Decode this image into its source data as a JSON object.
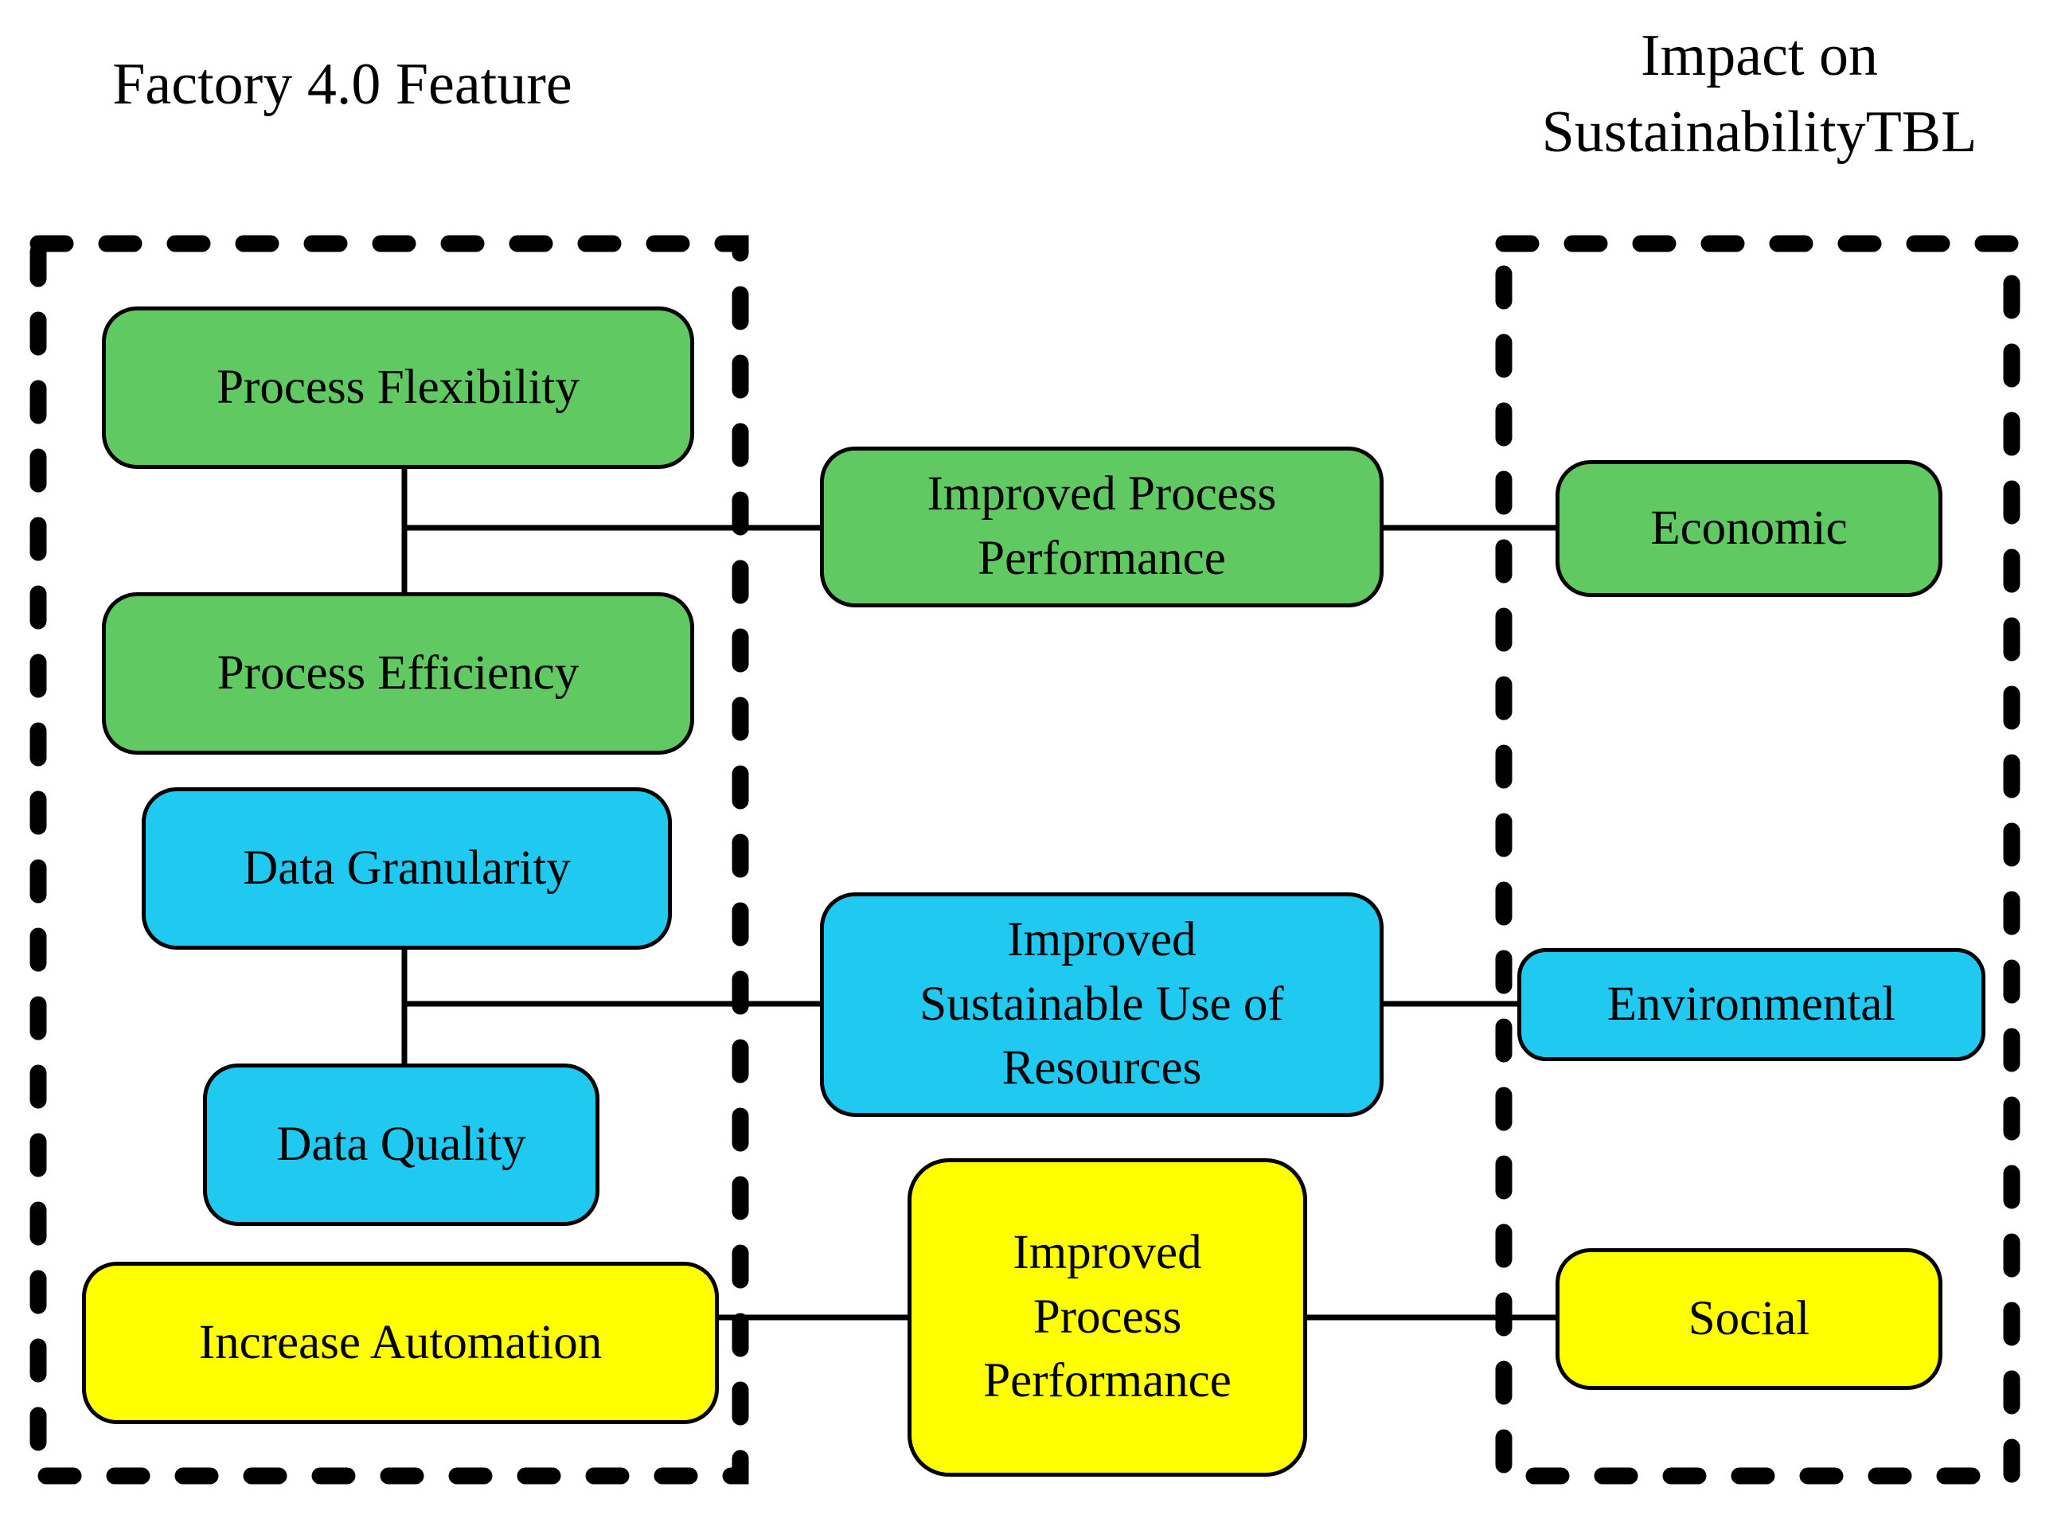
{
  "headers": {
    "left_title": "Factory 4.0 Feature",
    "right_title": {
      "lines": [
        "Impact on",
        "SustainabilityTBL"
      ]
    }
  },
  "colors": {
    "green": "#61C961",
    "cyan": "#1FC9F0",
    "yellow": "#FFFF00",
    "line": "#000000",
    "background": "#FFFFFF"
  },
  "groups": {
    "factory_features": {
      "title": "Factory 4.0 Feature",
      "border_style": "dashed"
    },
    "sustainability_impacts": {
      "title": "Impact on SustainabilityTBL",
      "border_style": "dashed"
    }
  },
  "nodes": {
    "process_flexibility": {
      "label": "Process Flexibility",
      "color": "green",
      "group": "factory_features"
    },
    "process_efficiency": {
      "label": "Process Efficiency",
      "color": "green",
      "group": "factory_features"
    },
    "data_granularity": {
      "label": "Data Granularity",
      "color": "cyan",
      "group": "factory_features"
    },
    "data_quality": {
      "label": "Data Quality",
      "color": "cyan",
      "group": "factory_features"
    },
    "increase_automation": {
      "label": "Increase Automation",
      "color": "yellow",
      "group": "factory_features"
    },
    "improved_process_performance_economic": {
      "lines": [
        "Improved Process",
        "Performance"
      ],
      "color": "green"
    },
    "improved_sustainable_use_of_resources": {
      "lines": [
        "Improved",
        "Sustainable Use of",
        "Resources"
      ],
      "color": "cyan"
    },
    "improved_process_performance_social": {
      "lines": [
        "Improved",
        "Process",
        "Performance"
      ],
      "color": "yellow"
    },
    "economic": {
      "label": "Economic",
      "color": "green",
      "group": "sustainability_impacts"
    },
    "environmental": {
      "label": "Environmental",
      "color": "cyan",
      "group": "sustainability_impacts"
    },
    "social": {
      "label": "Social",
      "color": "yellow",
      "group": "sustainability_impacts"
    }
  },
  "edges": [
    {
      "from": "process_flexibility",
      "to": "process_efficiency"
    },
    {
      "from": "process_flexibility+process_efficiency",
      "to": "improved_process_performance_economic"
    },
    {
      "from": "improved_process_performance_economic",
      "to": "economic"
    },
    {
      "from": "data_granularity",
      "to": "data_quality"
    },
    {
      "from": "data_granularity+data_quality",
      "to": "improved_sustainable_use_of_resources"
    },
    {
      "from": "improved_sustainable_use_of_resources",
      "to": "environmental"
    },
    {
      "from": "increase_automation",
      "to": "improved_process_performance_social"
    },
    {
      "from": "improved_process_performance_social",
      "to": "social"
    }
  ]
}
